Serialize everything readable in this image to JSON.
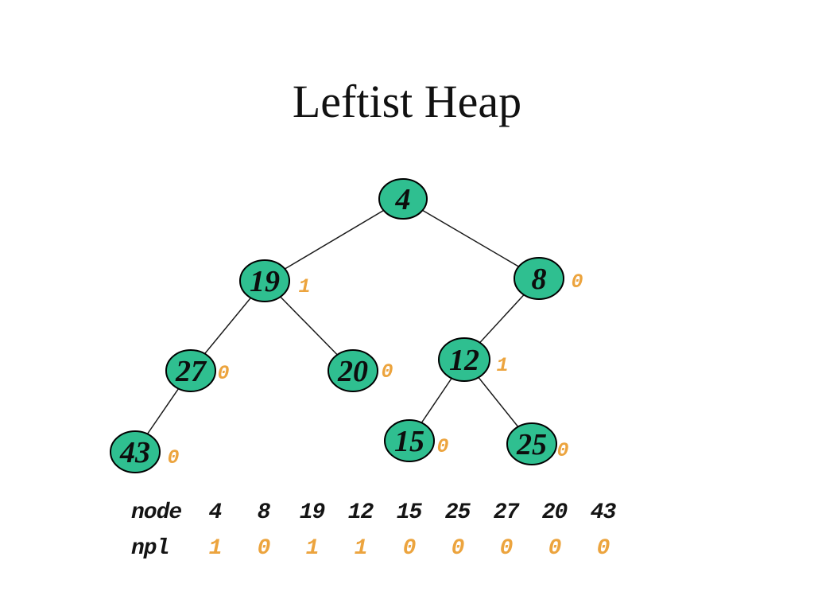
{
  "title": "Leftist Heap",
  "colors": {
    "node_fill": "#2fbf90",
    "node_border": "#000000",
    "node_text": "#0d0d0d",
    "npl_text": "#eca43e",
    "edge": "#1a1a1a",
    "table_text": "#141414"
  },
  "tree": {
    "nodes": [
      {
        "value": "4",
        "npl": ""
      },
      {
        "value": "19",
        "npl": "1"
      },
      {
        "value": "8",
        "npl": "0"
      },
      {
        "value": "27",
        "npl": "0"
      },
      {
        "value": "20",
        "npl": "0"
      },
      {
        "value": "12",
        "npl": "1"
      },
      {
        "value": "43",
        "npl": "0"
      },
      {
        "value": "15",
        "npl": "0"
      },
      {
        "value": "25",
        "npl": "0"
      }
    ],
    "edges": [
      [
        "4",
        "19"
      ],
      [
        "4",
        "8"
      ],
      [
        "19",
        "27"
      ],
      [
        "19",
        "20"
      ],
      [
        "8",
        "12"
      ],
      [
        "27",
        "43"
      ],
      [
        "12",
        "15"
      ],
      [
        "12",
        "25"
      ]
    ]
  },
  "table": {
    "row1_label": "node",
    "row2_label": "npl",
    "node_values": [
      "4",
      "8",
      "19",
      "12",
      "15",
      "25",
      "27",
      "20",
      "43"
    ],
    "npl_values": [
      "1",
      "0",
      "1",
      "1",
      "0",
      "0",
      "0",
      "0",
      "0"
    ]
  }
}
